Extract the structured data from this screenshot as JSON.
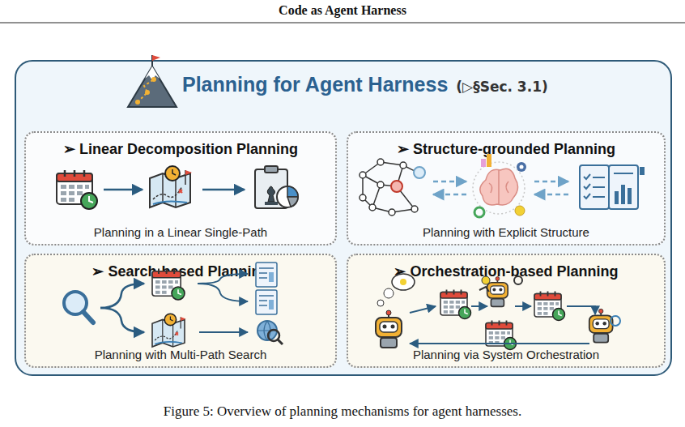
{
  "diagram": {
    "caption": "Figure 5: Overview of planning mechanisms for agent harnesses.",
    "nodes": [
      {
        "text": [
          "Planning for Agent Harness",
          "(▷§Sec. 3.1)"
        ]
      },
      {
        "text": [
          "➢ Linear Decomposition Planning",
          "Planning in a Linear Single-Path"
        ],
        "in": 0
      },
      {
        "text": [
          "➢ Structure-grounded Planning",
          "Planning with Explicit Structure"
        ],
        "in": 0
      },
      {
        "text": [
          "➢ Search-based Planning",
          "Planning with Multi-Path Search"
        ],
        "in": 0
      },
      {
        "text": [
          "➢ Orchestration-based Planning",
          "Planning via System Orchestration"
        ],
        "in": 0
      }
    ],
    "labels": [
      "Code as Agent Harness"
    ]
  }
}
